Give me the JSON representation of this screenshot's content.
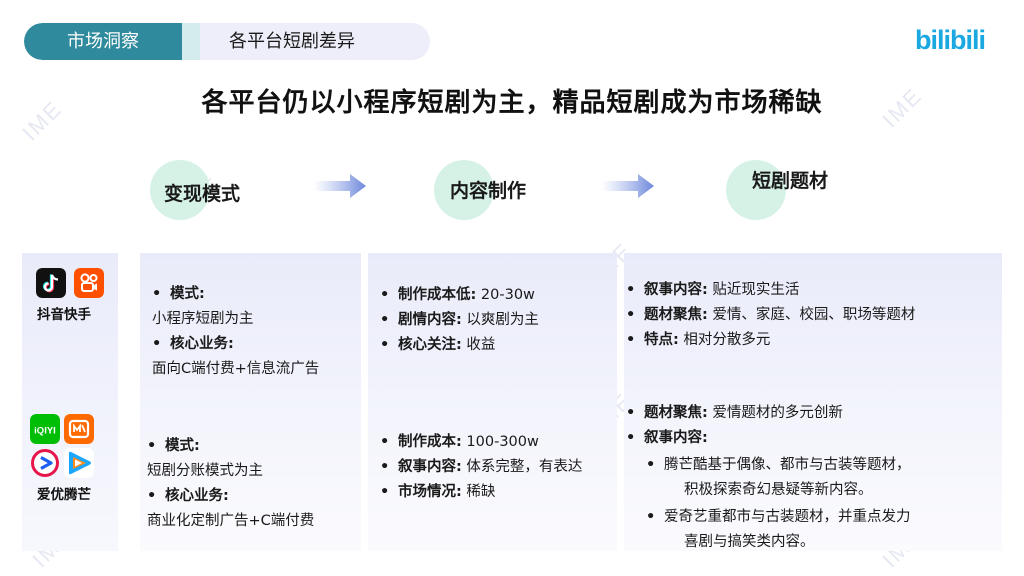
{
  "header": {
    "tab_active": "市场洞察",
    "tab_current": "各平台短剧差异",
    "logo_text": "bilibili"
  },
  "headline": "各平台仍以小程序短剧为主，精品短剧成为市场稀缺",
  "categories": [
    {
      "label": "变现模式"
    },
    {
      "label": "内容制作"
    },
    {
      "label": "短剧题材"
    }
  ],
  "watermark": "IME",
  "platforms": [
    {
      "name": "抖音快手",
      "icons": [
        "douyin-icon",
        "kuaishou-icon"
      ],
      "monetization": {
        "mode_label": "模式:",
        "mode_value": "小程序短剧为主",
        "core_label": "核心业务:",
        "core_value": "面向C端付费+信息流广告"
      },
      "production": [
        {
          "label": "制作成本低:",
          "value": "20-30w"
        },
        {
          "label": "剧情内容:",
          "value": "以爽剧为主"
        },
        {
          "label": "核心关注:",
          "value": "收益"
        }
      ],
      "genre": [
        {
          "label": "叙事内容:",
          "value": "贴近现实生活"
        },
        {
          "label": "题材聚焦:",
          "value": "爱情、家庭、校园、职场等题材"
        },
        {
          "label": "特点:",
          "value": "相对分散多元"
        }
      ]
    },
    {
      "name": "爱优腾芒",
      "icons": [
        "iqiyi-icon",
        "mgtv-icon",
        "youku-icon",
        "tencent-video-icon"
      ],
      "monetization": {
        "mode_label": "模式:",
        "mode_value": "短剧分账模式为主",
        "core_label": "核心业务:",
        "core_value": "商业化定制广告+C端付费"
      },
      "production": [
        {
          "label": "制作成本:",
          "value": "100-300w"
        },
        {
          "label": "叙事内容:",
          "value": "体系完整，有表达"
        },
        {
          "label": "市场情况:",
          "value": "稀缺"
        }
      ],
      "genre": [
        {
          "label": "题材聚焦:",
          "value": "爱情题材的多元创新"
        },
        {
          "label": "叙事内容:",
          "value": ""
        }
      ],
      "genre_sub": [
        {
          "line1": "腾芒酷基于偶像、都市与古装等题材，",
          "line2": "积极探索奇幻悬疑等新内容。"
        },
        {
          "line1": "爱奇艺重都市与古装题材，并重点发力",
          "line2": "喜剧与搞笑类内容。"
        }
      ]
    }
  ],
  "colors": {
    "accent": "#2e8a9c",
    "circle": "#d6f2e6",
    "panel": "#e9ebfa",
    "brand": "#19a8e0"
  }
}
